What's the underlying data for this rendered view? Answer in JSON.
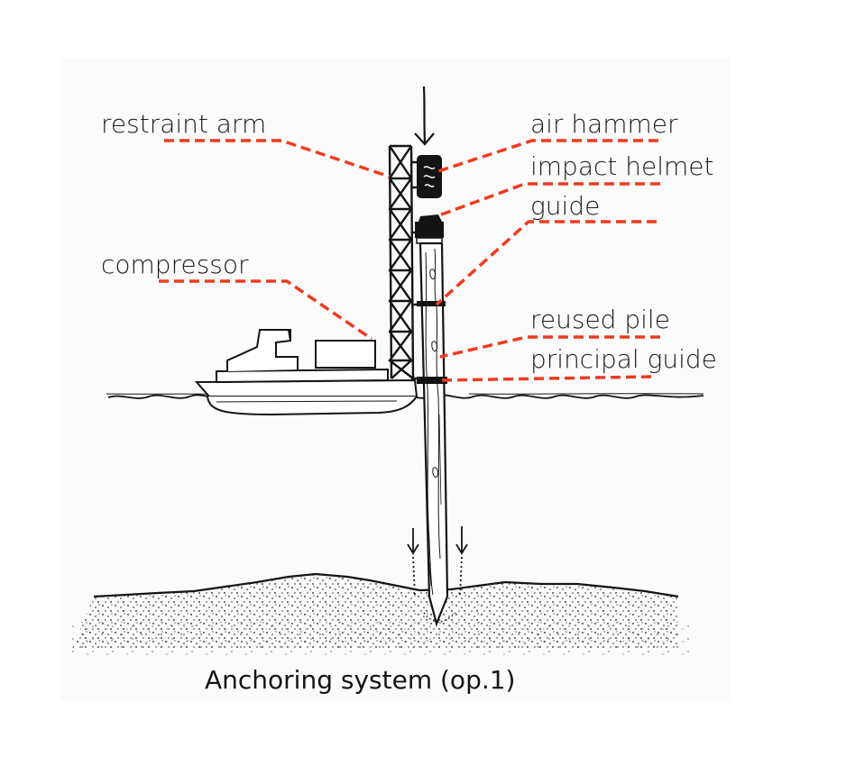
{
  "labels": {
    "restraint_arm": "restraint arm",
    "compressor": "compressor",
    "air_hammer": "air hammer",
    "impact_helmet": "impact helmet",
    "guide": "guide",
    "reused_pile": "reused pile",
    "principal_guide": "principal guide"
  },
  "caption": "Anchoring system (op.1)",
  "colors": {
    "leader": "#ef3b1f",
    "ink": "#141414",
    "panel": "#fbfbfb"
  }
}
